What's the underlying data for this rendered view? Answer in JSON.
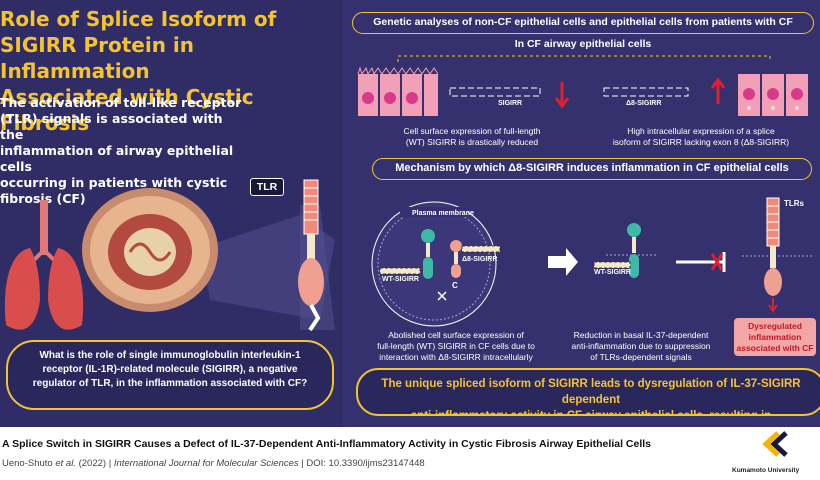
{
  "title": "Role of Splice Isoform of\nSIGIRR Protein in Inflammation\nAssociated with Cystic Fibrosis",
  "subtitle": "The activation of toll-like receptor\n(TLR) signals is associated with the\ninflammation of airway epithelial cells\noccurring in patients with cystic\nfibrosis (CF)",
  "tlr_label": "TLR",
  "question": "What is the role of  single immunoglobulin interleukin-1 receptor (IL-1R)-related molecule (SIGIRR), a negative regulator of TLR, in the inflammation associated with CF?",
  "genetic": {
    "header": "Genetic analyses of non-CF epithelial cells and epithelial cells from patients with CF",
    "subheader": "In CF airway epithelial cells",
    "left_label": "SIGIRR",
    "right_label": "Δ8-SIGIRR",
    "left_caption": "Cell surface expression of full-length\n(WT) SIGIRR is drastically reduced",
    "right_caption": "High intracellular expression of a splice\nisoform of SIGIRR lacking exon 8 (Δ8-SIGIRR)"
  },
  "mechanism": {
    "header": "Mechanism by which Δ8-SIGIRR induces inflammation in CF epithelial cells",
    "plasma_membrane": "Plasma membrane",
    "wt_sigirr": "WT-SIGIRR",
    "d8_sigirr": "Δ8-SIGIRR",
    "c_label": "C",
    "wt_sigirr_2": "WT-SIGIRR",
    "tlrs": "TLRs",
    "caption_1": "Abolished cell surface expression of\nfull-length (WT) SIGIRR in CF cells due to\ninteraction with Δ8-SIGIRR intracellularly",
    "caption_2": "Reduction in basal IL-37-dependent\nanti-inflammation due to suppression\nof TLRs-dependent signals",
    "dysregulated": "Dysregulated\ninflammation\nassociated with CF"
  },
  "summary": "The unique spliced isoform of SIGIRR leads to dysregulation of IL-37-SIGIRR dependent\nanti-inflammatory activity in CF airway epithelial cells, resulting in hyperinflammation",
  "footer": {
    "paper_title": "A Splice Switch in SIGIRR Causes a Defect of IL-37-Dependent Anti-Inflammatory Activity in Cystic Fibrosis Airway Epithelial Cells",
    "authors": "Ueno-Shuto ",
    "et_al": "et al.",
    "year_journal": " (2022) | ",
    "journal": "International Journal for Molecular Sciences",
    "doi": " | DOI: 10.3390/ijms23147448",
    "logo_text": "Kumamoto University"
  },
  "colors": {
    "accent": "#f4c430",
    "background": "#2d2a63",
    "alert": "#c0182a"
  }
}
